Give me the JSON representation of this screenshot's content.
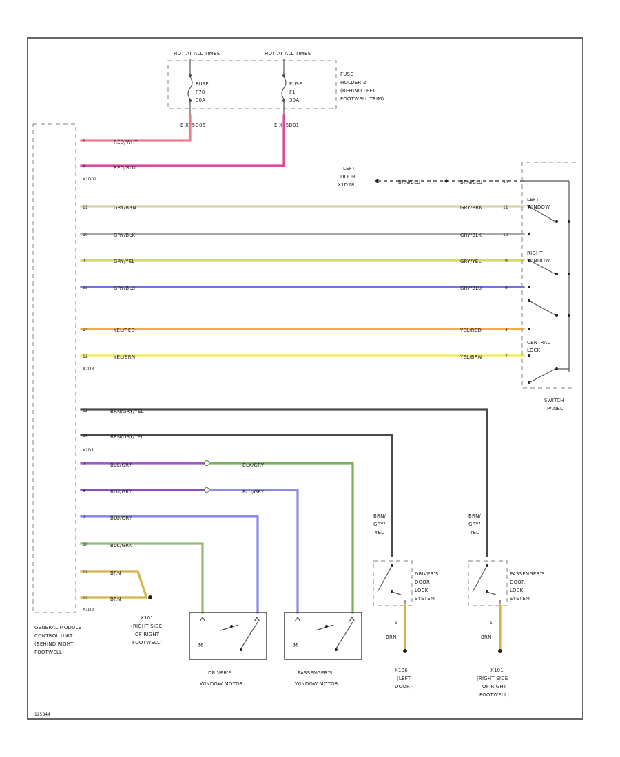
{
  "colors": {
    "red": "#f07b8a",
    "pink": "#e0479b",
    "tan": "#d8d2a8",
    "gray": "#a8a8a8",
    "olive": "#d4d86a",
    "blue": "#7070e8",
    "orange": "#f6ad45",
    "yellow": "#f0ec3a",
    "darkgray": "#4a4a4a",
    "violet": "#a258c8",
    "green": "#7ab05a",
    "purple": "#8a4ad6",
    "lightblue": "#8a8ae8",
    "grngreen": "#93bb7a",
    "brn": "#d4b24a"
  },
  "fuses": {
    "f1": {
      "hot": "HOT AT ALL TIMES",
      "lines": [
        "FUSE",
        "F78",
        "30A"
      ],
      "conn": "E  X75D05"
    },
    "f2": {
      "hot": "HOT AT ALL TIMES",
      "lines": [
        "FUSE",
        "F1",
        "30A"
      ],
      "conn": "E  X75D01"
    },
    "holder": [
      "FUSE",
      "HOLDER 2",
      "(BEHIND LEFT",
      "FOOTWELL TRIM)"
    ]
  },
  "gm": {
    "conn_top": "X1D02",
    "conn_mid": "X2D3",
    "conn_low": "X2D1",
    "conn_bot": "X1D2",
    "label": [
      "GENERAL MODULE",
      "CONTROL UNIT",
      "(BEHIND RIGHT",
      "FOOTWELL)"
    ]
  },
  "wires": {
    "w1": {
      "pin": "P",
      "code": "RED/WHT"
    },
    "w2": {
      "pin": "P",
      "code": "RED/BLU"
    },
    "w3": {
      "pin": "11",
      "code": "GRY/BRN",
      "pin_r": "11"
    },
    "w4": {
      "pin": "10",
      "code": "GRY/BLK",
      "pin_r": "10"
    },
    "w5": {
      "pin": "7",
      "code": "GRY/YEL",
      "pin_r": "9"
    },
    "w6": {
      "pin": "23",
      "code": "GRY/BLU",
      "pin_r": "8"
    },
    "w7": {
      "pin": "14",
      "code": "YEL/RED",
      "pin_r": "3"
    },
    "w8": {
      "pin": "12",
      "code": "YEL/BRN",
      "pin_r": "7"
    },
    "w9": {
      "pin": "12",
      "code": "BRN/GRY/YEL"
    },
    "w10": {
      "pin": "16",
      "code": "BRN/GRY/YEL"
    },
    "w11": {
      "pin": "7",
      "code": "BLK/GRY",
      "code2": "BLK/GRY"
    },
    "w12": {
      "pin": "8",
      "code": "BLU/GRY",
      "code2": "BLU/GRY"
    },
    "w13": {
      "pin": "9",
      "code": "BLU/GRY"
    },
    "w14": {
      "pin": "10",
      "code": "BLK/GRN"
    },
    "w15": {
      "pin": "11",
      "code": "BRN"
    },
    "w16": {
      "pin": "12",
      "code": "BRN"
    }
  },
  "ground_door": {
    "label": [
      "LEFT",
      "DOOR",
      "X1D28"
    ],
    "code": "BRN/BLU",
    "pin": "14"
  },
  "switch_panel": {
    "left": [
      "LEFT",
      "WINDOW"
    ],
    "right": [
      "RIGHT",
      "WINDOW"
    ],
    "central": [
      "CENTRAL",
      "LOCK"
    ],
    "label": [
      "SWITCH",
      "PANEL"
    ]
  },
  "ground_gm": [
    "X101",
    "(RIGHT SIDE",
    "OF RIGHT",
    "FOOTWELL)"
  ],
  "motors": {
    "driver": [
      "DRIVER'S",
      "WINDOW MOTOR"
    ],
    "pass": [
      "PASSENGER'S",
      "WINDOW MOTOR"
    ]
  },
  "locks": {
    "driver": {
      "wire": [
        "BRN/",
        "GRY/",
        "YEL"
      ],
      "label": [
        "DRIVER'S",
        "DOOR",
        "LOCK",
        "SYSTEM"
      ],
      "gnd_pin": "1",
      "gnd_code": "BRN",
      "ground": [
        "X106",
        "(LEFT",
        "DOOR)"
      ]
    },
    "pass": {
      "wire": [
        "BRN/",
        "GRY/",
        "YEL"
      ],
      "label": [
        "PASSENGER'S",
        "DOOR",
        "LOCK",
        "SYSTEM"
      ],
      "gnd_pin": "1",
      "gnd_code": "BRN",
      "ground": [
        "X101",
        "(RIGHT SIDE",
        "OF RIGHT",
        "FOOTWELL)"
      ]
    }
  },
  "footer": "125844"
}
